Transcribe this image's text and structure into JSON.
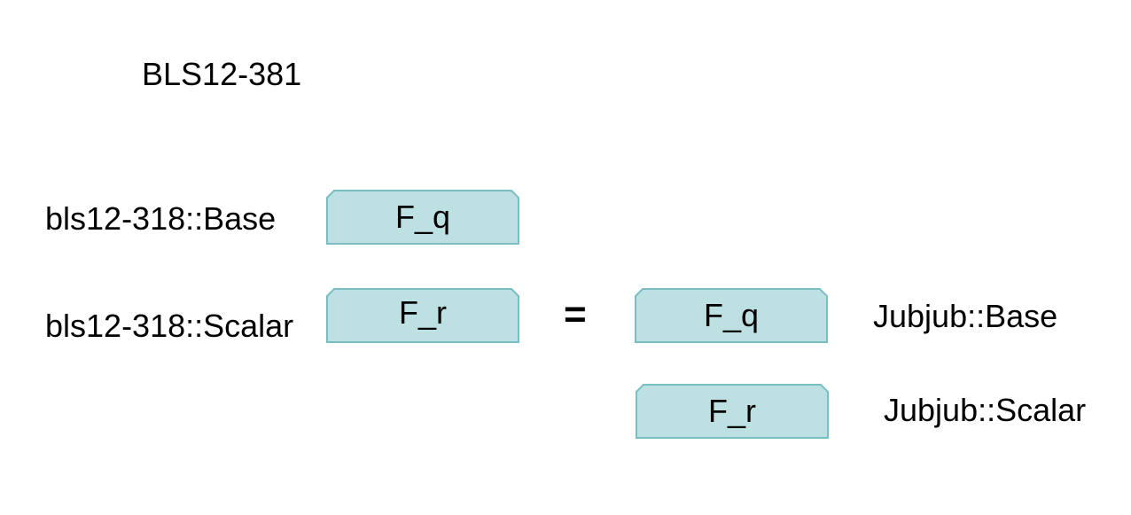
{
  "colors": {
    "box_fill": "#bde0e2",
    "box_stroke": "#7abec4"
  },
  "title": "BLS12-381",
  "left": {
    "base_label": "bls12-318::Base",
    "scalar_label": "bls12-318::Scalar",
    "base_box": "F_q",
    "scalar_box": "F_r"
  },
  "equals_sign": "=",
  "right": {
    "base_box": "F_q",
    "scalar_box": "F_r",
    "base_label": "Jubjub::Base",
    "scalar_label": "Jubjub::Scalar"
  }
}
